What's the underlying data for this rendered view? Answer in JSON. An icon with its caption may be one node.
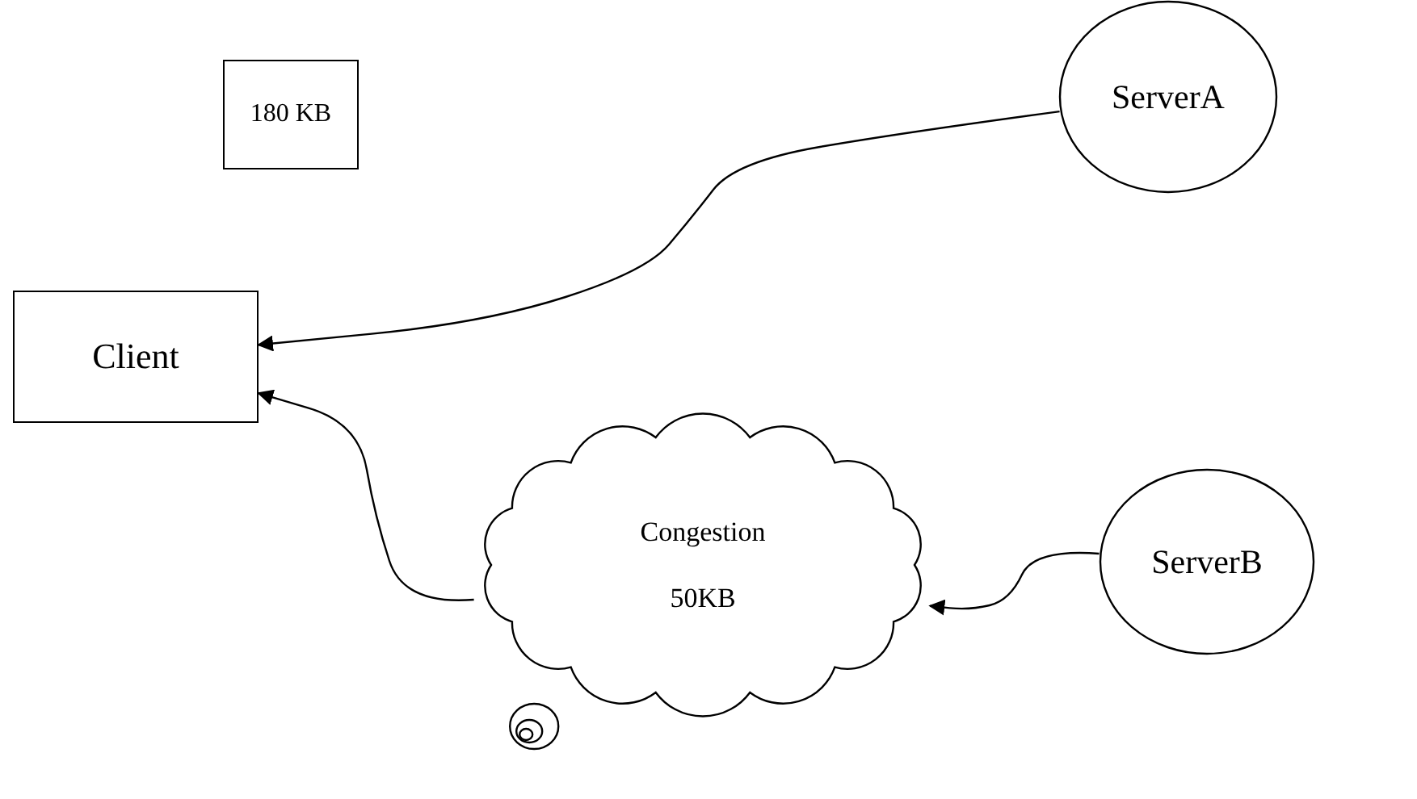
{
  "diagram": {
    "nodes": [
      {
        "text": [
          "180 KB"
        ]
      },
      {
        "text": [
          "ServerA"
        ]
      },
      {
        "text": [
          "Client"
        ]
      },
      {
        "text": [
          "Congestion",
          "50KB"
        ]
      },
      {
        "text": [
          "ServerB"
        ]
      }
    ],
    "edges": [
      {
        "from": 1,
        "to": 2,
        "arrow": "to"
      },
      {
        "from": 3,
        "to": 2,
        "arrow": "to"
      },
      {
        "from": 4,
        "to": 3,
        "arrow": "to"
      }
    ]
  }
}
